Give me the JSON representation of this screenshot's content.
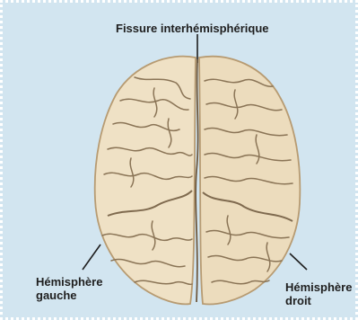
{
  "labels": {
    "fissure": "Fissure interhémisphérique",
    "left_hemisphere_line1": "Hémisphère",
    "left_hemisphere_line2": "gauche",
    "right_hemisphere_line1": "Hémisphère",
    "right_hemisphere_line2": "droit"
  },
  "colors": {
    "background": "#d2e5f0",
    "brain_fill": "#efe1c5",
    "brain_shadow": "#d8c29c",
    "sulci": "#7f6a4f",
    "label_text": "#1f1f1f"
  }
}
